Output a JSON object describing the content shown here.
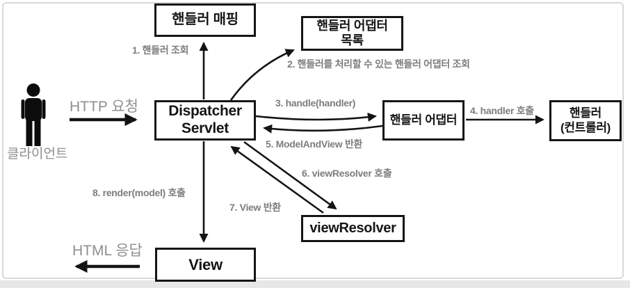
{
  "boxes": {
    "handler_mapping": "핸들러 매핑",
    "handler_adapter_list": [
      "핸들러 어댑터",
      "목록"
    ],
    "dispatcher_servlet": [
      "Dispatcher",
      "Servlet"
    ],
    "handler_adapter": "핸들러 어댑터",
    "handler_controller": [
      "핸들러",
      "(컨트롤러)"
    ],
    "view_resolver": "viewResolver",
    "view": "View"
  },
  "steps": {
    "s1": "1. 핸들러 조회",
    "s2": "2. 핸들러를 처리할 수 있는 핸들러 어댑터 조회",
    "s3": "3. handle(handler)",
    "s4": "4. handler 호출",
    "s5": "5. ModelAndView 반환",
    "s6": "6. viewResolver 호출",
    "s7": "7. View 반환",
    "s8": "8. render(model) 호출"
  },
  "client": {
    "label": "클라이언트"
  },
  "flows": {
    "http_request": "HTTP 요청",
    "html_response": "HTML 응답"
  },
  "colors": {
    "box_border": "#151515",
    "arrow": "#141414",
    "step_label_gray": "#7d7d7d",
    "big_text_gray": "#8f8f8f",
    "frame_border": "#d8d8d8",
    "bottom_strip": "#e7e7e7"
  }
}
